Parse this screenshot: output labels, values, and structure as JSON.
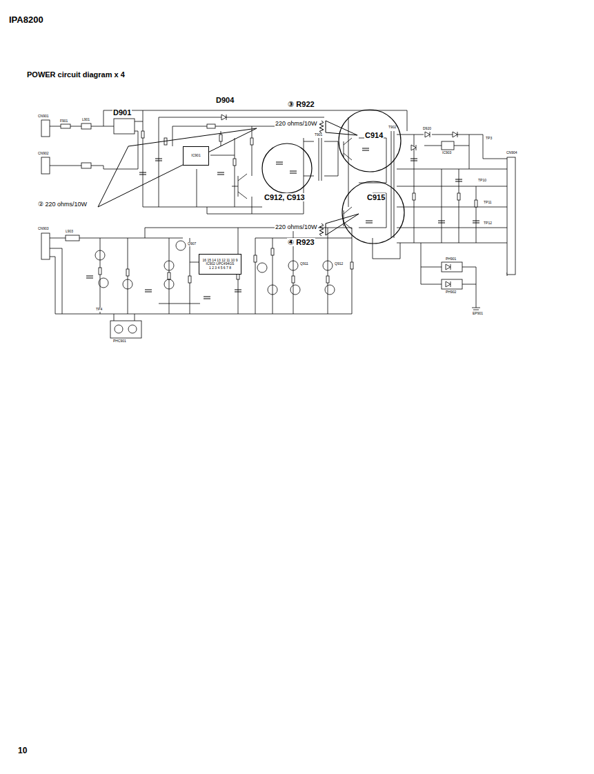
{
  "diagram": {
    "title": "POWER circuit diagram x 4",
    "nodes": [
      {
        "text": [
          "C912, C913"
        ]
      },
      {
        "text": [
          "C914"
        ]
      },
      {
        "text": [
          "C915"
        ]
      },
      {
        "text": [
          "IC901"
        ]
      },
      {
        "text": [
          "16 15 14 13 12 11 10 9",
          "IC902 UPC494GS",
          "1 2 3 4 5 6 7 8"
        ]
      }
    ],
    "labels": [
      "IPA8200",
      "D904",
      "D901",
      "③ R922",
      "220 ohms/10W",
      "② 220 ohms/10W",
      "220 ohms/10W",
      "④ R923",
      "10",
      "CN901",
      "CN902",
      "F901",
      "L901",
      "T901",
      "T902",
      "D920",
      "IC903",
      "TP3",
      "CN904",
      "TP10",
      "TP11",
      "TP12",
      "CN903",
      "L903",
      "Q907",
      "Q911",
      "Q912",
      "PHC901",
      "PH901",
      "PH902",
      "EP901",
      "TP4"
    ]
  }
}
